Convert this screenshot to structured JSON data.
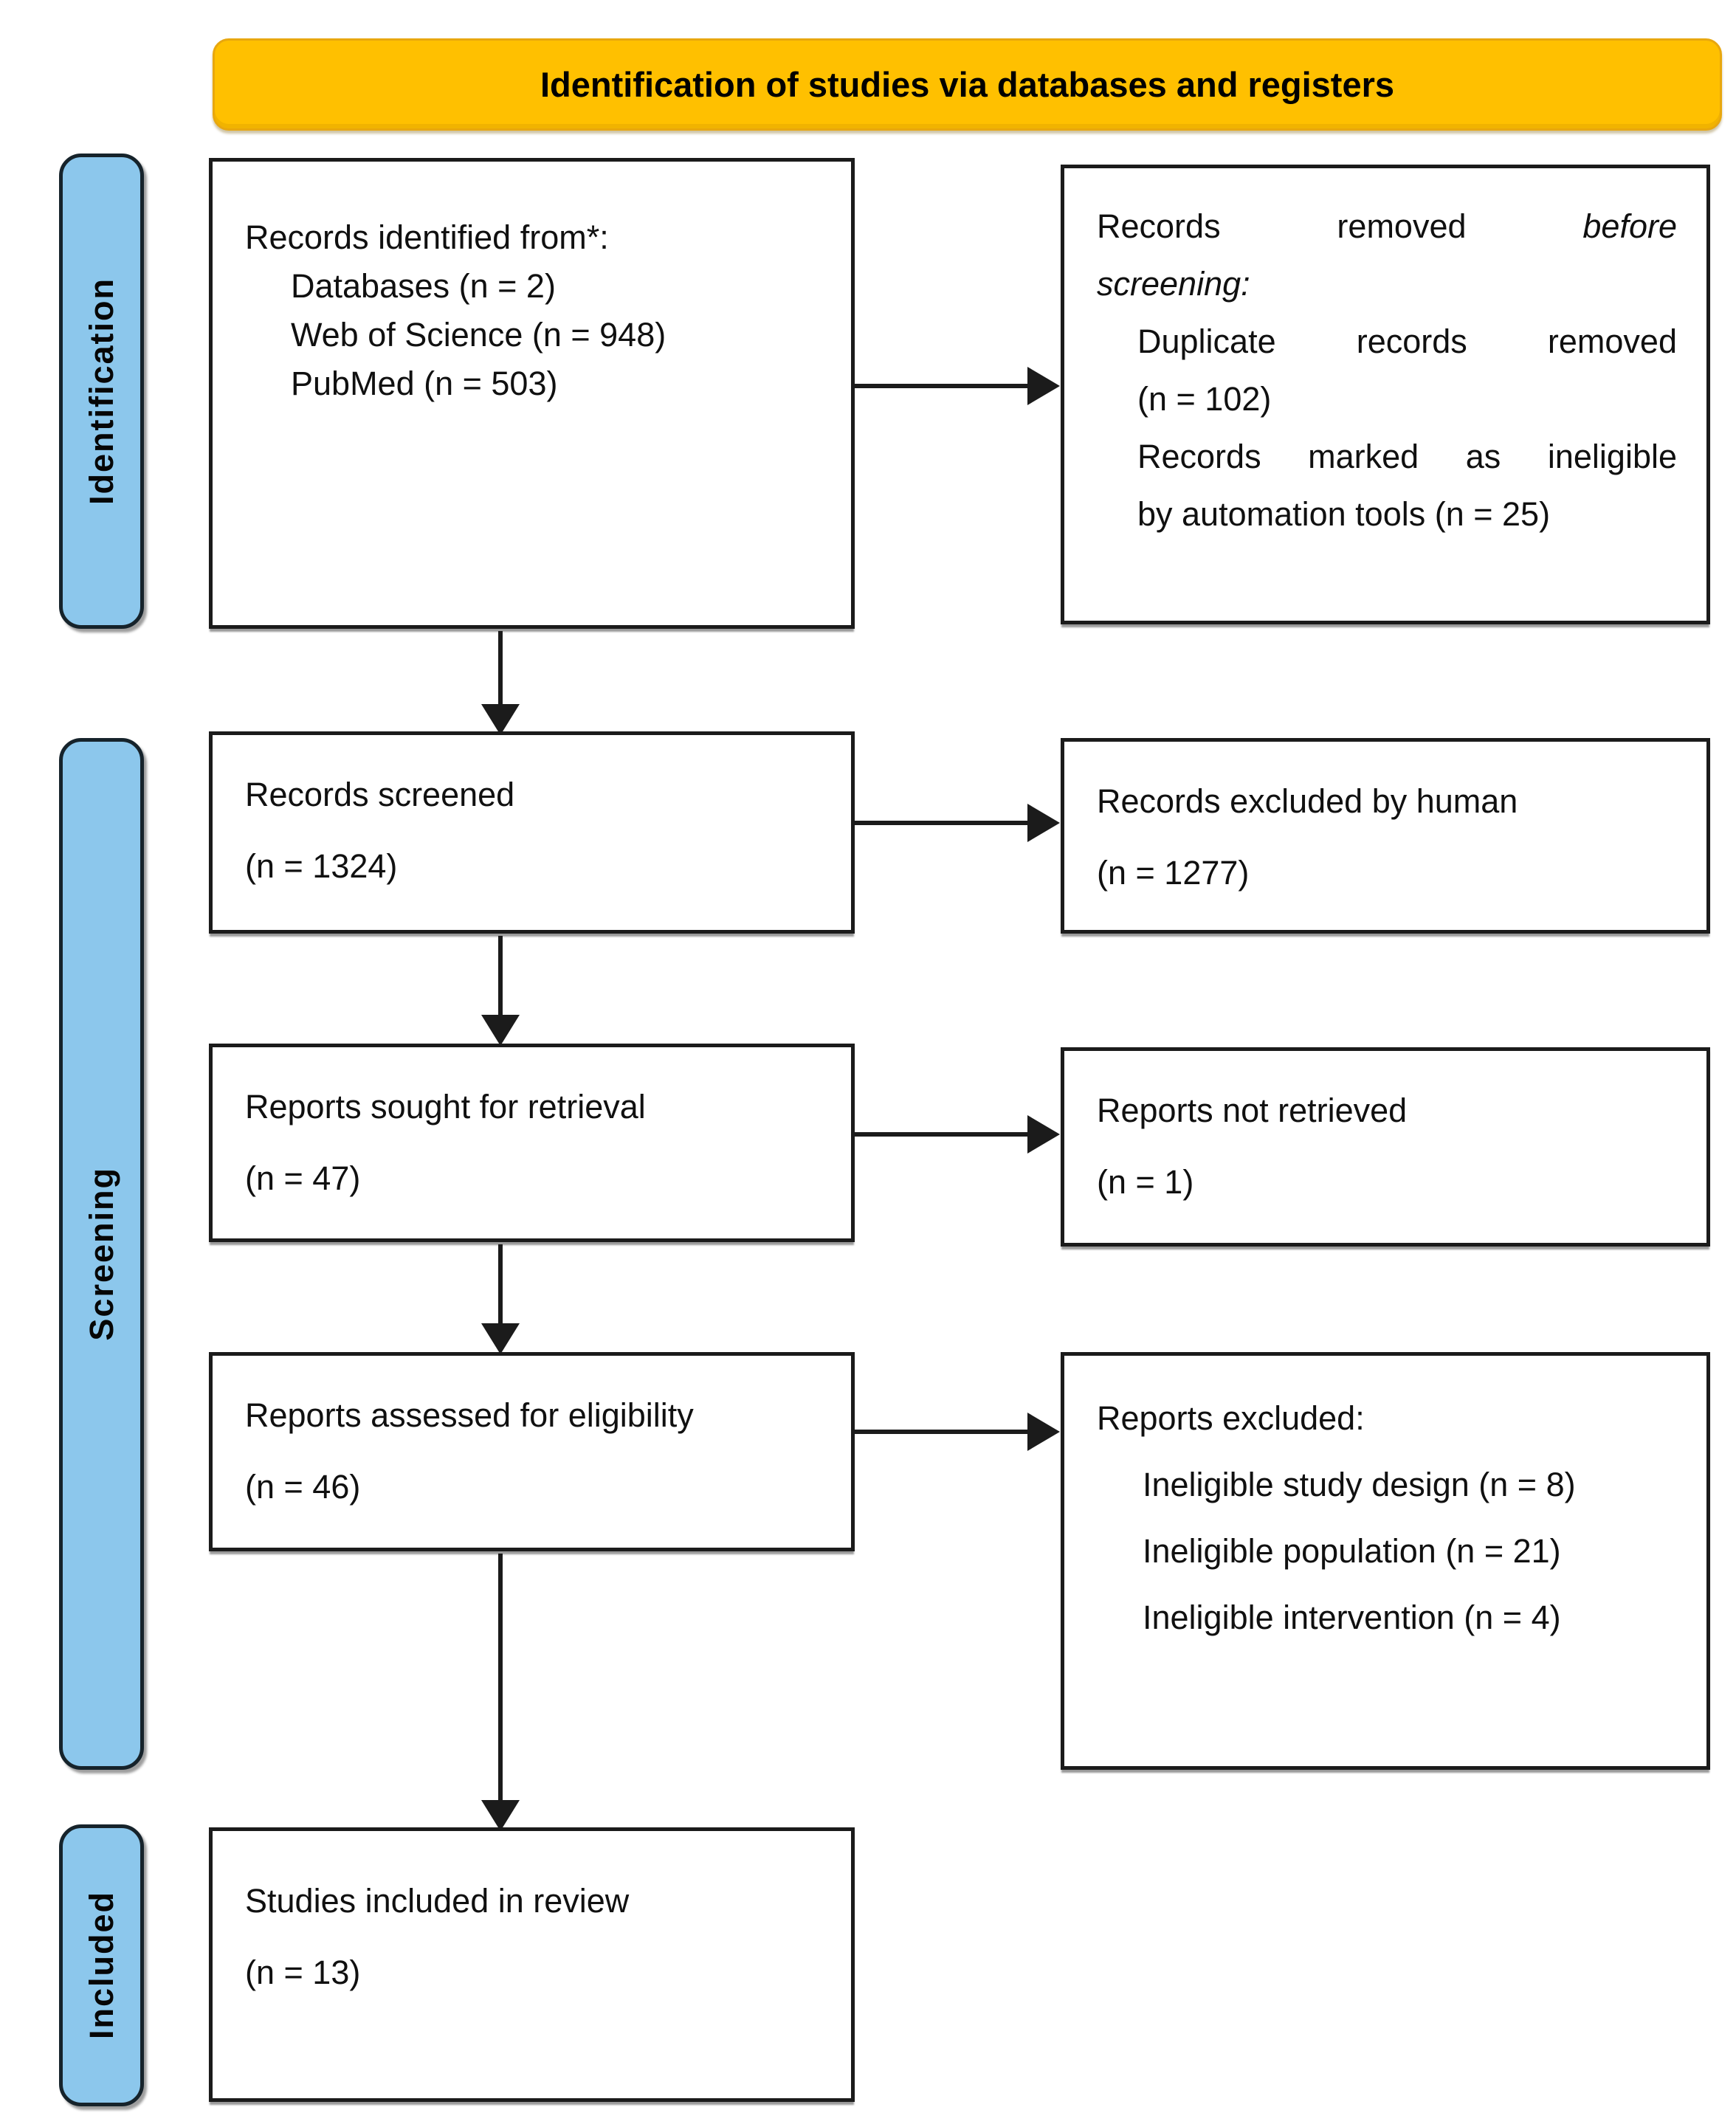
{
  "banner": {
    "title": "Identification of studies via databases and registers"
  },
  "stages": {
    "identification": "Identification",
    "screening": "Screening",
    "included": "Included"
  },
  "flow": {
    "identified": {
      "title": "Records identified from*:",
      "items": [
        "Databases (n = 2)",
        "Web of Science (n = 948)",
        "PubMed (n = 503)"
      ]
    },
    "removed_before_screening": {
      "line1_roman": "Records removed",
      "line1_italic": "before",
      "line2_italic": "screening:",
      "items": [
        {
          "line1": "Duplicate records removed",
          "line2": "(n = 102)"
        },
        {
          "line1": "Records marked as ineligible",
          "line2": "by automation tools (n = 25)"
        }
      ]
    },
    "screened": {
      "line1": "Records screened",
      "line2": "(n = 1324)"
    },
    "excluded_by_human": {
      "line1": "Records excluded by human",
      "line2": "(n = 1277)"
    },
    "sought": {
      "line1": "Reports sought for retrieval",
      "line2": "(n = 47)"
    },
    "not_retrieved": {
      "line1": "Reports not retrieved",
      "line2": "(n = 1)"
    },
    "assessed": {
      "line1": "Reports assessed for eligibility",
      "line2": "(n = 46)"
    },
    "reports_excluded": {
      "title": "Reports excluded:",
      "items": [
        "Ineligible study design (n = 8)",
        "Ineligible population (n = 21)",
        "Ineligible intervention (n = 4)"
      ]
    },
    "included_in_review": {
      "line1": "Studies included in review",
      "line2": "(n = 13)"
    }
  },
  "colors": {
    "banner_fill": "#FFC000",
    "stage_fill": "#8CC7EC",
    "box_border": "#1B1B1B",
    "arrow": "#1B1B1B"
  }
}
